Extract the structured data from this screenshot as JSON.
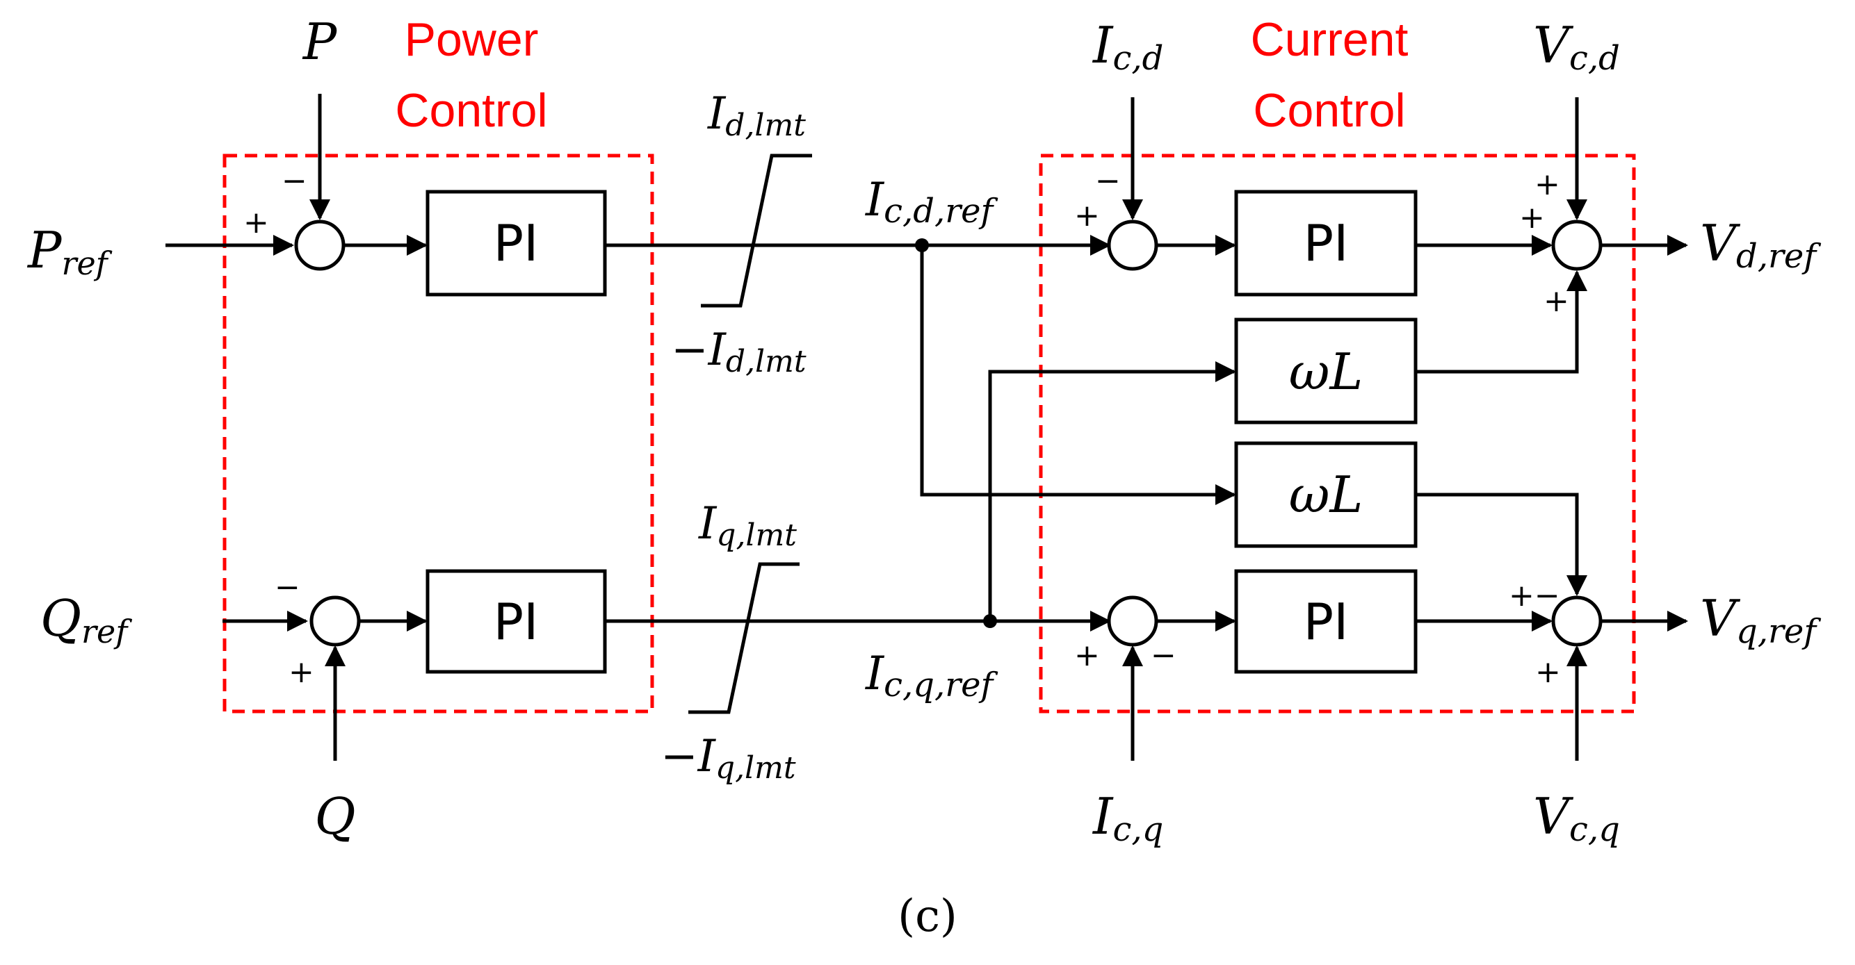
{
  "groups": {
    "power_control": [
      "Power",
      "Control"
    ],
    "current_control": [
      "Current",
      "Control"
    ]
  },
  "blocks": {
    "pi_p": "PI",
    "pi_q": "PI",
    "pi_d": "PI",
    "pi_iq": "PI",
    "wl_top": "ωL",
    "wl_bottom": "ωL"
  },
  "signals": {
    "p": "P",
    "p_ref": {
      "main": "P",
      "sub": "ref"
    },
    "q": "Q",
    "q_ref": {
      "main": "Q",
      "sub": "ref"
    },
    "id_lmt": {
      "main": "I",
      "sub": "d,lmt"
    },
    "neg_id_lmt": {
      "main": "−I",
      "sub": "d,lmt"
    },
    "iq_lmt": {
      "main": "I",
      "sub": "q,lmt"
    },
    "neg_iq_lmt": {
      "main": "−I",
      "sub": "q,lmt"
    },
    "icd_ref": {
      "main": "I",
      "sub": "c,d,ref"
    },
    "icq_ref": {
      "main": "I",
      "sub": "c,q,ref"
    },
    "icd": {
      "main": "I",
      "sub": "c,d"
    },
    "icq": {
      "main": "I",
      "sub": "c,q"
    },
    "vcd": {
      "main": "V",
      "sub": "c,d"
    },
    "vcq": {
      "main": "V",
      "sub": "c,q"
    },
    "vd_ref": {
      "main": "V",
      "sub": "d,ref"
    },
    "vq_ref": {
      "main": "V",
      "sub": "q,ref"
    }
  },
  "signs": {
    "plus": "+",
    "minus": "−",
    "plus_minus": "+−"
  },
  "caption": "(c)",
  "colors": {
    "group_border": "#ff0000",
    "group_label": "#ff0000",
    "line": "#000000"
  }
}
